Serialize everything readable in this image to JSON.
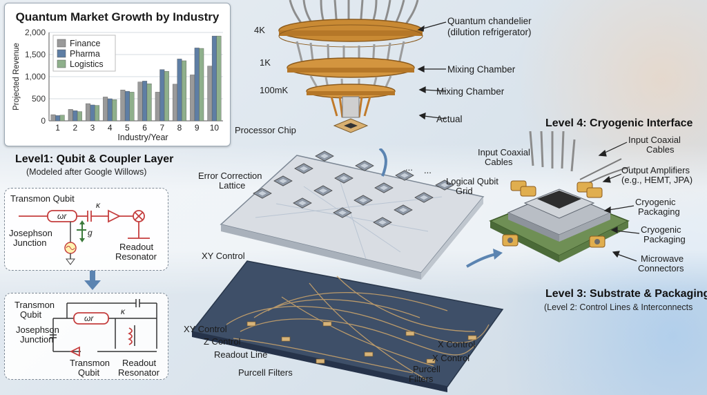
{
  "chart_data": {
    "type": "bar",
    "title": "Quantum Market Growth by Industry",
    "xlabel": "Industry/Year",
    "ylabel": "Projected Revenue",
    "categories": [
      "1",
      "2",
      "3",
      "4",
      "5",
      "6",
      "7",
      "8",
      "9",
      "10"
    ],
    "yticks": [
      "0",
      "500",
      "1,000",
      "1,500",
      "2,000"
    ],
    "ylim": [
      0,
      2000
    ],
    "legend_position": "top-left",
    "series": [
      {
        "name": "Finance",
        "color": "#9a9a9a",
        "values": [
          140,
          260,
          390,
          540,
          700,
          880,
          650,
          830,
          1040,
          1240
        ]
      },
      {
        "name": "Pharma",
        "color": "#5e7ea4",
        "values": [
          120,
          230,
          360,
          500,
          670,
          900,
          1160,
          1400,
          1650,
          1920
        ]
      },
      {
        "name": "Logistics",
        "color": "#8fb08c",
        "values": [
          130,
          210,
          350,
          480,
          650,
          840,
          1120,
          1360,
          1640,
          1920
        ]
      }
    ]
  },
  "fridge": {
    "stage_4k": "4K",
    "stage_1k": "1K",
    "stage_100mk": "100mK",
    "label_chandelier": "Quantum chandelier",
    "label_chandelier_sub": "(dilution refrigerator)",
    "label_mixing_1": "Mixing Chamber",
    "label_mixing_2": "Mixing Chamber",
    "label_actual": "Actual",
    "label_processor_chip": "Processor Chip"
  },
  "level1": {
    "title": "Level1: Qubit & Coupler Layer",
    "subtitle": "(Modeled after Google Willows)",
    "error_correction_1": "Error Correction",
    "error_correction_2": "Lattice",
    "logical_qubit_1": "Logical Qubit",
    "logical_qubit_2": "Grid",
    "ellipsis": "..."
  },
  "circuit_top": {
    "transmon": "Transmon Qubit",
    "omega": "ωr",
    "kappa": "κ",
    "g": "g",
    "josephson_1": "Josephson",
    "josephson_2": "Junction",
    "readout_1": "Readout",
    "readout_2": "Resonator"
  },
  "circuit_bottom": {
    "transmon_1": "Transmon",
    "transmon_2": "Qubit",
    "omega": "ωr",
    "kappa": "κ",
    "josephson_1": "Josephson",
    "josephson_2": "Junction",
    "transmon_b_1": "Transmon",
    "transmon_b_2": "Qubit",
    "readout_1": "Readout",
    "readout_2": "Resonator"
  },
  "level2": {
    "xy_control_top": "XY Control",
    "xy_control": "XY Control",
    "z_control": "Z Control",
    "readout_line": "Readout Line",
    "purcell_1": "Purcell Filters",
    "x_control_1": "X Control",
    "x_control_2": "X Control",
    "purcell_2a": "Purcell",
    "purcell_2b": "Filters"
  },
  "level3": {
    "title": "Level 3: Substrate & Packaging",
    "subtitle": "(Level 2: Control Lines & Interconnects"
  },
  "level4": {
    "title": "Level 4: Cryogenic Interface",
    "input_coax_a1": "Input Coaxial",
    "input_coax_a2": "Cables",
    "input_coax_b1": "Input Coaxial",
    "input_coax_b2": "Cables",
    "output_amp_1": "Output Amplifiers",
    "output_amp_2": "(e.g., HEMT, JPA)",
    "cryo_pack_1a": "Cryogenic",
    "cryo_pack_1b": "Packaging",
    "cryo_pack_2a": "Cryogenic",
    "cryo_pack_2b": "Packaging",
    "microwave_1": "Microwave",
    "microwave_2": "Connectors"
  }
}
